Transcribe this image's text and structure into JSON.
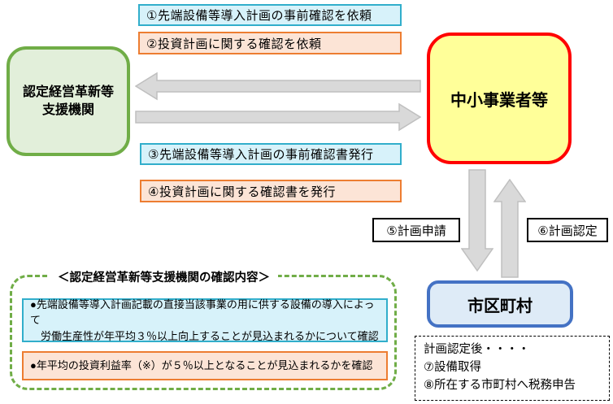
{
  "labels": {
    "step1": "①先端設備等導入計画の事前確認を依頼",
    "step2": "②投資計画に関する確認を依頼",
    "step3": "③先端設備等導入計画の事前確認書発行",
    "step4": "④投資計画に関する確認書を発行",
    "step5": "⑤計画申請",
    "step6": "⑥計画認定"
  },
  "nodes": {
    "support_org": {
      "line1": "認定経営革新等",
      "line2": "支援機関"
    },
    "sme": "中小事業者等",
    "municipality": "市区町村"
  },
  "confirmation_panel": {
    "title": "＜認定経営革新等支援機関の確認内容＞",
    "item1_line1": "●先端設備等導入計画記載の直接当該事業の用に供する設備の導入によって",
    "item1_line2": "労働生産性が年平均３％以上向上することが見込まれるかについて確認",
    "item2": "●年平均の投資利益率（※）が５％以上となることが見込まれるかを確認"
  },
  "post_approval": {
    "line1": "計画認定後・・・・",
    "line2": "⑦設備取得",
    "line3": "⑧所在する市町村へ税務申告"
  },
  "colors": {
    "cyan_fill": "#D7F2FA",
    "cyan_border": "#31AECB",
    "orange_fill": "#FCE4D6",
    "orange_border": "#ED7D31",
    "green_fill": "#E2EFDA",
    "green_border": "#70AD47",
    "yellow_fill": "#FFFF99",
    "red_border": "#FF0000",
    "blue_fill": "#DEEBF7",
    "blue_border": "#4472C4",
    "arrow_fill": "#D9D9D9"
  }
}
